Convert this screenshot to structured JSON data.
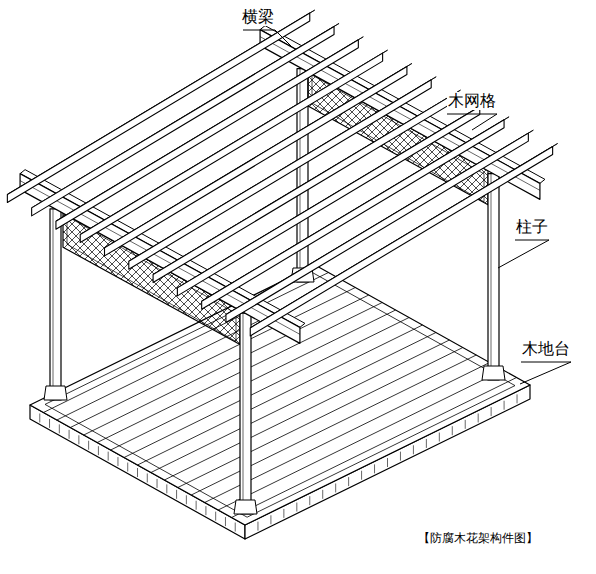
{
  "diagram": {
    "caption": "【防腐木花架构件图】",
    "labels": [
      "横梁",
      "木网格",
      "柱子",
      "木地台"
    ]
  }
}
